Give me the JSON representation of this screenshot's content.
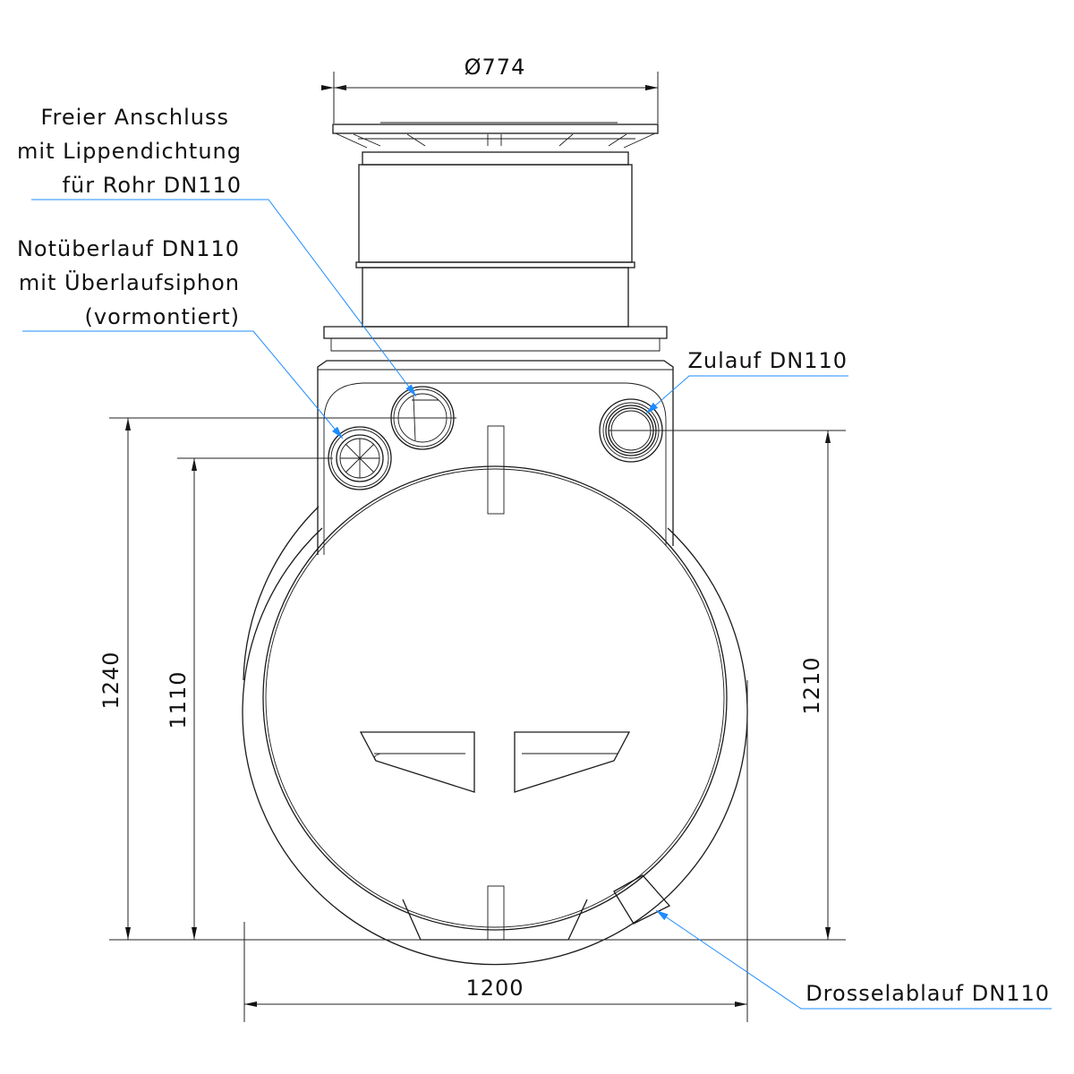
{
  "title": "Schacht Zeichnung",
  "dimensions": {
    "top_diameter": "Ø774",
    "width": "1200",
    "height_total": "1240",
    "height_overflow": "1110",
    "height_inlet": "1210"
  },
  "labels": {
    "free_connection": [
      "Freier Anschluss",
      "mit Lippendichtung",
      "für Rohr DN110"
    ],
    "emergency_overflow": [
      "Notüberlauf DN110",
      "mit Überlaufsiphon",
      "(vormontiert)"
    ],
    "inlet": "Zulauf DN110",
    "throttle_outlet": "Drosselablauf DN110"
  },
  "colors": {
    "leader": "#1e8cff",
    "line": "#1a1a1a"
  }
}
